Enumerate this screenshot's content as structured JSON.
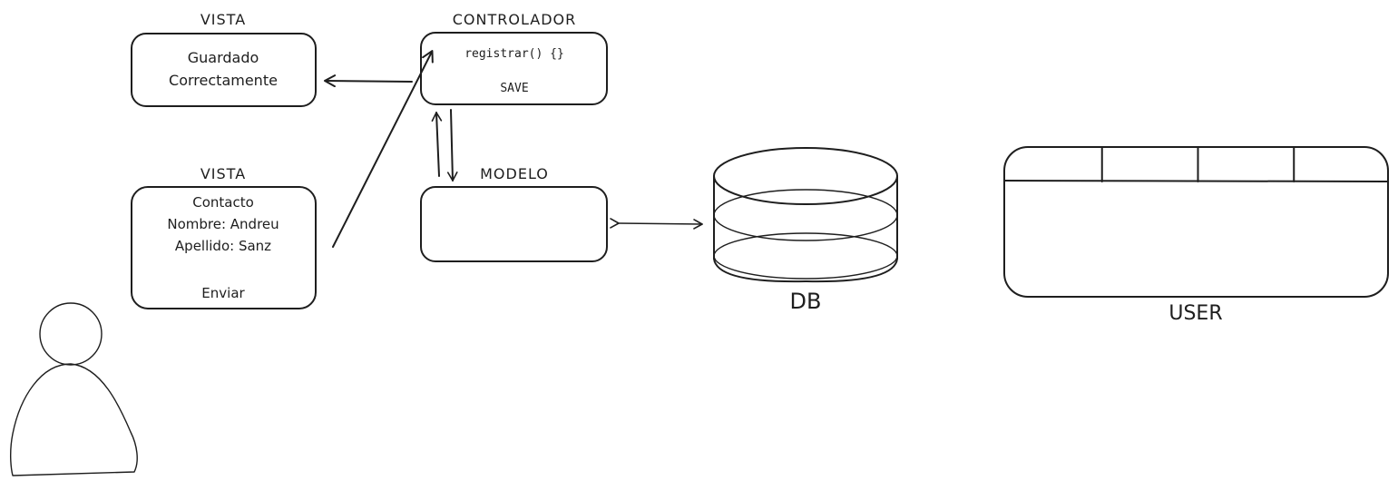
{
  "vista_guardado": {
    "title": "VISTA",
    "line1": "Guardado",
    "line2": "Correctamente"
  },
  "controlador": {
    "title": "CONTROLADOR",
    "code": "registrar() {}",
    "action": "SAVE"
  },
  "vista_contacto": {
    "title": "VISTA",
    "line1": "Contacto",
    "line2": "Nombre: Andreu",
    "line3": "Apellido: Sanz",
    "button": "Enviar"
  },
  "modelo": {
    "title": "MODELO"
  },
  "database": {
    "label": "DB"
  },
  "user_table": {
    "label": "USER",
    "column_count": 4
  },
  "colors": {
    "stroke": "#1e1e1e",
    "background": "#ffffff"
  },
  "icons": {
    "actor": "person-icon",
    "database": "database-cylinder-icon"
  }
}
